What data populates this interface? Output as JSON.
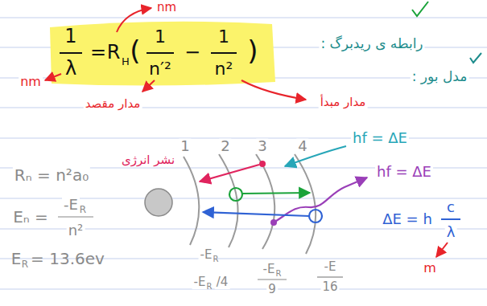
{
  "diagram": {
    "labels": [
      "nm",
      "1",
      "λ",
      "=",
      "R",
      "H",
      "(",
      "1",
      "n′²",
      "−",
      "1",
      "n²",
      ")",
      "nm",
      "مدار مقصد",
      "مدار مبدأ",
      "رابطه ی ریدبرگ :",
      "مدل بور :",
      "Rₙ = n²a₀",
      "Eₙ =",
      "-E",
      "R",
      "n²",
      "E",
      "R",
      "= 13.6ev",
      "1",
      "2",
      "3",
      "4",
      "نشر انرژی",
      "hf = ΔE",
      "hf = ΔE",
      "ΔE = h",
      "c",
      "λ",
      "m",
      "-E",
      "R",
      "-E",
      "R",
      "/4",
      "-E",
      "R",
      "9",
      "-E",
      "16"
    ]
  }
}
